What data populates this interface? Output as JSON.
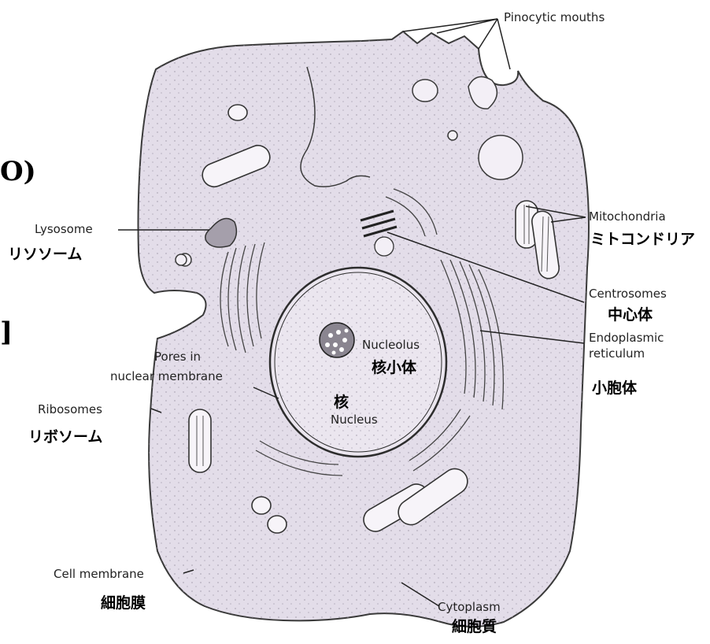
{
  "labels": {
    "pinocytic_mouths": "Pinocytic mouths",
    "mitochondria": "Mitochondria",
    "mitochondria_jp": "ミトコンドリア",
    "lysosome": "Lysosome",
    "lysosome_jp": "リソソーム",
    "centrosomes": "Centrosomes",
    "centrosomes_jp": "中心体",
    "endoplasmic_reticulum_line1": "Endoplasmic",
    "endoplasmic_reticulum_line2": "reticulum",
    "endoplasmic_reticulum_jp": "小胞体",
    "pores_line1": "Pores in",
    "pores_line2": "nuclear membrane",
    "nucleolus": "Nucleolus",
    "nucleolus_jp": "核小体",
    "nucleus": "Nucleus",
    "nucleus_jp": "核",
    "ribosomes": "Ribosomes",
    "ribosomes_jp": "リボソーム",
    "cell_membrane": "Cell membrane",
    "cell_membrane_jp": "細胞膜",
    "cytoplasm": "Cytoplasm",
    "cytoplasm_jp": "細胞質"
  },
  "edge_fragments": {
    "left_top": "O)",
    "left_mid": "]"
  },
  "colors": {
    "cytoplasm_fill": "#e3dde9",
    "outline": "#3a3a3a",
    "text": "#222222",
    "text_jp": "#000000"
  }
}
